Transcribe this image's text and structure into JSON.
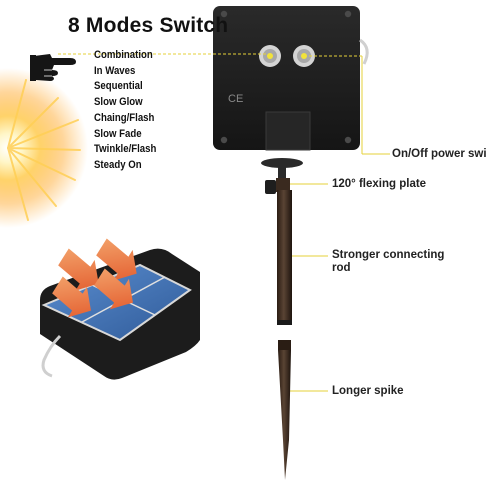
{
  "heading": "8 Modes Switch",
  "modes": [
    "Combination",
    "In Waves",
    "Sequential",
    "Slow Glow",
    "Chaing/Flash",
    "Slow Fade",
    "Twinkle/Flash",
    "Steady On"
  ],
  "callouts": {
    "power_switch": "On/Off power swi",
    "flex_plate": "120° flexing plate",
    "rod_line1": "Stronger connecting",
    "rod_line2": "rod",
    "spike": "Longer spike"
  },
  "device_marks": {
    "ce_mark": "CE"
  },
  "icons": [
    "pointing-hand-icon",
    "sun-icon",
    "heat-arrow-icon"
  ],
  "colors": {
    "panel_blue": "#3f6fb4",
    "housing": "#1c1c1c",
    "callout_dot": "#f2e33a",
    "callout_line": "#e6d23a",
    "arrow_orange": "#f07a3a"
  }
}
